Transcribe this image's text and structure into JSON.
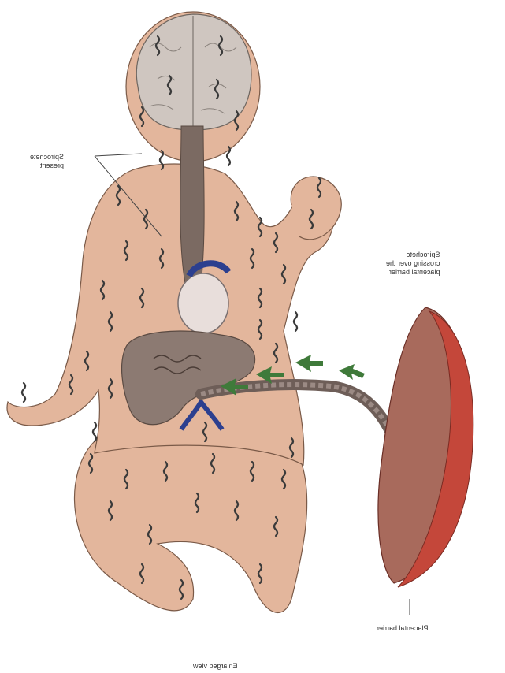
{
  "labels": {
    "spirochete_present": "Spirochete\npresent",
    "spirochete_crossing": "Spirochete\ncrossing over the\nplacental barrier",
    "placental_barrier": "Placental barrier",
    "enlarged_view": "Enlarged view"
  },
  "colors": {
    "skin": "#e3b69c",
    "skin_outline": "#7a5a48",
    "brain": "#cfc6c0",
    "liver": "#8c7a72",
    "vessel_blue": "#2c3f8f",
    "arrow_green": "#3f7a3a",
    "placenta": "#c4473a",
    "spirochete": "#3a3a3a"
  }
}
